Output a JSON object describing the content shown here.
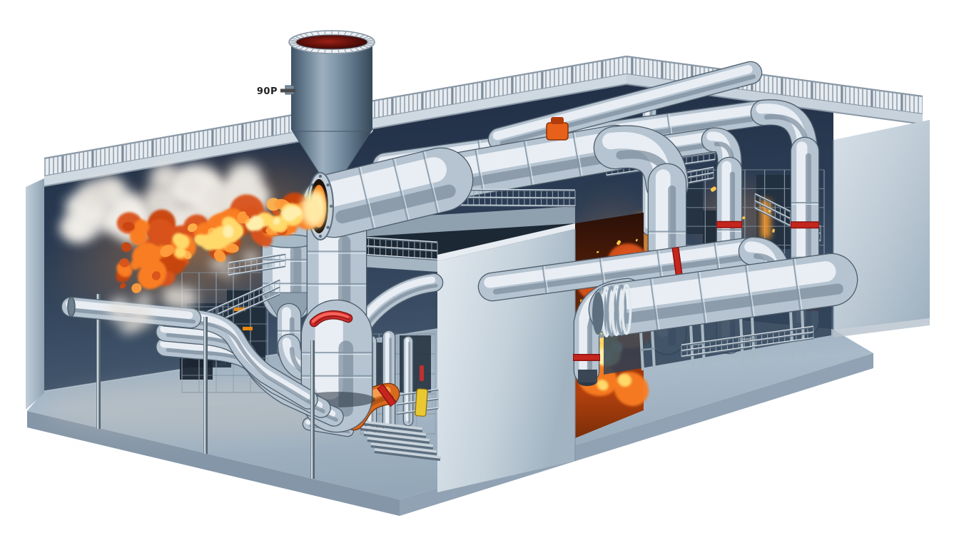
{
  "scene": {
    "description": "cutaway illustration of an industrial furnace plant with feed hopper, burner flame jet, smoke plume, fire chamber and steel pipe runs",
    "hopper_label": "90P"
  },
  "colors": {
    "background": "#ffffff",
    "wall_light": "#cdd8e2",
    "wall_shadow": "#92a4b4",
    "interior_dark": "#24324a",
    "interior_base": "#3d5168",
    "floor": "#a3b5c6",
    "floor_shadow": "#7f93a6",
    "steel_base": "#4e5d6b",
    "steel_mid": "#b6c4d1",
    "steel_highlight": "#eef3f8",
    "steel_low": "#7b8c9b",
    "flame_core": "#ffefad",
    "flame_yellow": "#ffd96a",
    "flame_orange": "#f97d21",
    "flame_deep": "#d9531a",
    "flame_dark": "#c9440f",
    "smoke": "#f3f0ea",
    "smoke_dim": "#e6e2dc",
    "fire_bg_dark": "#30110a",
    "fire_glow": "#b2400e",
    "ember": "#ffc94d",
    "red_band": "#c4261d",
    "red_band_dark": "#8b1210",
    "valve_orange": "#e8611a",
    "hopper_red": "#9c2016",
    "grate_fill": "#e7ecf1",
    "grate_line": "#97a4b1",
    "label_color": "#222222"
  },
  "components": [
    "feed-hopper",
    "hopper-mesh-cap",
    "hopper-funnel",
    "burner-cylinder",
    "flame-jet",
    "smoke-plume",
    "vertical-duct",
    "separator-vessel",
    "fire-chamber",
    "ember-particles",
    "overhead-pipe-rack",
    "u-bend-pipe",
    "red-flange-bands",
    "orange-valve",
    "orange-elbow-pipe",
    "yellow-tag",
    "floor-pipe-run",
    "s-bend-pipes",
    "center-wall-block",
    "pit-railings",
    "catwalk-stairs",
    "roof-grating",
    "left-wall",
    "right-wall",
    "interior-wall",
    "floor-slab"
  ]
}
